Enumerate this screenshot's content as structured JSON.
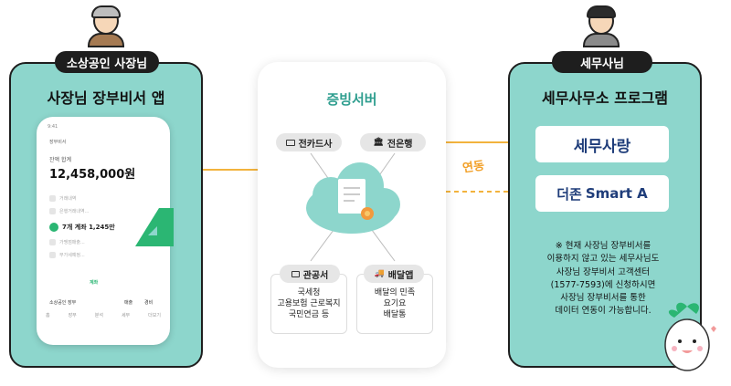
{
  "left": {
    "tag": "소상공인 사장님",
    "title": "사장님 장부비서 앱",
    "phone": {
      "status_time": "9:41",
      "app_name": "장부비서",
      "balance_label": "잔액 합계",
      "balance": "12,458,000원",
      "rows": [
        "거래내역",
        "은행거래내역...",
        "가맹점매출...",
        "부가세예정..."
      ],
      "highlight_badge": "7개",
      "highlight_text": "7개 계좌 1,245만",
      "tab_label": "계좌",
      "footer_text": "소상공인 장부",
      "footer_a": "매출",
      "footer_b": "경비",
      "nav": [
        "홈",
        "장부",
        "분석",
        "세무",
        "더보기"
      ]
    }
  },
  "center": {
    "title": "증빙서버",
    "pills": {
      "card": "전카드사",
      "bank": "전은행",
      "gov": "관공서",
      "delivery": "배달앱"
    },
    "gov_items": "국세청\n고용보험 근로복지\n국민연금 등",
    "delivery_items": "배달의 민족\n요기요\n배달통"
  },
  "link_label": "연동",
  "right": {
    "tag": "세무사님",
    "title": "세무사무소 프로그램",
    "logo1": "세무사랑",
    "logo2_a": "더존 ",
    "logo2_b": "Smart A",
    "note": "※ 현재 사장님 장부비서를\n이용하지 않고 있는 세무사님도\n사장님 장부비서 고객센터\n(1577-7593)에 신청하시면\n사장님 장부비서를 통한\n데이터 연동이 가능합니다."
  },
  "colors": {
    "panel": "#8dd6cc",
    "connector": "#f2b33d",
    "accent_green": "#2bb673",
    "logo_navy": "#1f3d7a"
  }
}
